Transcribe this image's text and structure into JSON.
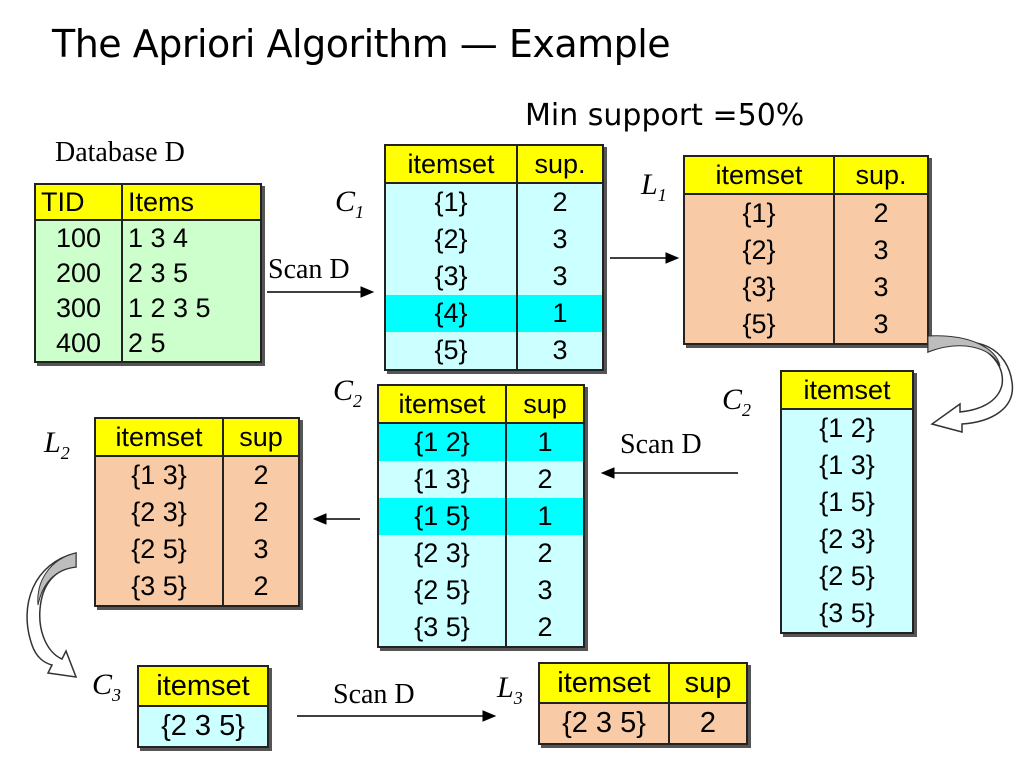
{
  "title": "The Apriori Algorithm — Example",
  "min_support": "Min support =50%",
  "database_label": "Database D",
  "scan_label": "Scan D",
  "labels": {
    "C1": {
      "letter": "C",
      "sub": "1"
    },
    "L1": {
      "letter": "L",
      "sub": "1"
    },
    "C2a": {
      "letter": "C",
      "sub": "2"
    },
    "C2b": {
      "letter": "C",
      "sub": "2"
    },
    "L2": {
      "letter": "L",
      "sub": "2"
    },
    "C3": {
      "letter": "C",
      "sub": "3"
    },
    "L3": {
      "letter": "L",
      "sub": "3"
    }
  },
  "db": {
    "headers": [
      "TID",
      "Items"
    ],
    "rows": [
      [
        "100",
        "1 3 4"
      ],
      [
        "200",
        "2 3 5"
      ],
      [
        "300",
        "1 2 3 5"
      ],
      [
        "400",
        "2 5"
      ]
    ]
  },
  "c1": {
    "headers": [
      "itemset",
      "sup."
    ],
    "rows": [
      [
        "{1}",
        "2"
      ],
      [
        "{2}",
        "3"
      ],
      [
        "{3}",
        "3"
      ],
      [
        "{4}",
        "1"
      ],
      [
        "{5}",
        "3"
      ]
    ],
    "highlight_rows": [
      3
    ]
  },
  "l1": {
    "headers": [
      "itemset",
      "sup."
    ],
    "rows": [
      [
        "{1}",
        "2"
      ],
      [
        "{2}",
        "3"
      ],
      [
        "{3}",
        "3"
      ],
      [
        "{5}",
        "3"
      ]
    ]
  },
  "c2_right": {
    "headers": [
      "itemset"
    ],
    "rows": [
      [
        "{1 2}"
      ],
      [
        "{1 3}"
      ],
      [
        "{1 5}"
      ],
      [
        "{2 3}"
      ],
      [
        "{2 5}"
      ],
      [
        "{3 5}"
      ]
    ]
  },
  "c2_mid": {
    "headers": [
      "itemset",
      "sup"
    ],
    "rows": [
      [
        "{1 2}",
        "1"
      ],
      [
        "{1 3}",
        "2"
      ],
      [
        "{1 5}",
        "1"
      ],
      [
        "{2 3}",
        "2"
      ],
      [
        "{2 5}",
        "3"
      ],
      [
        "{3 5}",
        "2"
      ]
    ],
    "highlight_rows": [
      0,
      2
    ]
  },
  "l2": {
    "headers": [
      "itemset",
      "sup"
    ],
    "rows": [
      [
        "{1 3}",
        "2"
      ],
      [
        "{2 3}",
        "2"
      ],
      [
        "{2 5}",
        "3"
      ],
      [
        "{3 5}",
        "2"
      ]
    ]
  },
  "c3": {
    "headers": [
      "itemset"
    ],
    "rows": [
      [
        "{2 3 5}"
      ]
    ]
  },
  "l3": {
    "headers": [
      "itemset",
      "sup"
    ],
    "rows": [
      [
        "{2 3 5}",
        "2"
      ]
    ]
  },
  "colors": {
    "header": "#ffff00",
    "database": "#ccffcc",
    "candidate": "#ccffff",
    "pruned": "#00ffff",
    "frequent": "#f8cba6"
  }
}
